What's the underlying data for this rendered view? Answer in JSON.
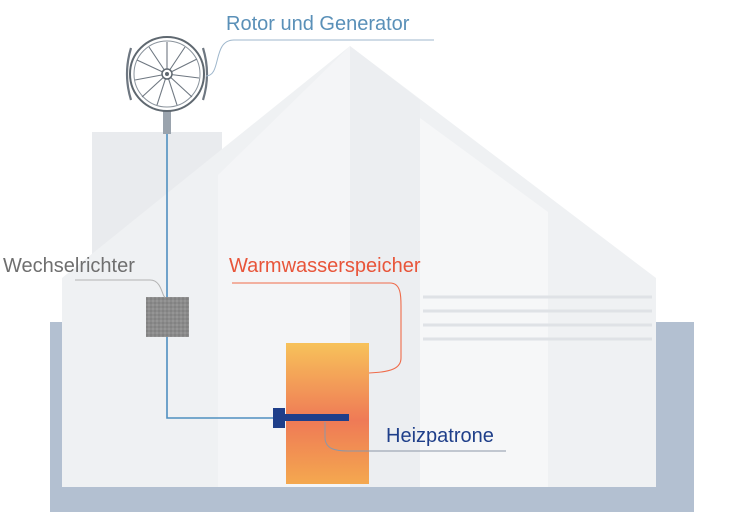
{
  "labels": {
    "rotor": "Rotor und Generator",
    "inverter": "Wechselrichter",
    "tank": "Warmwasserspeicher",
    "heater": "Heizpatrone"
  },
  "colors": {
    "rotor_label": "#5a90b8",
    "inverter_label": "#6f6f6f",
    "tank_label": "#e8553a",
    "heater_label": "#1f3f8a",
    "ground": "#b3c0d1",
    "house": "#f2f3f5",
    "tank_top": "#f6be58",
    "tank_mid": "#ee7a55",
    "heater_rod": "#1f3f8a",
    "inverter_box": "#8a8a8a",
    "cable": "#4f8fc0"
  }
}
